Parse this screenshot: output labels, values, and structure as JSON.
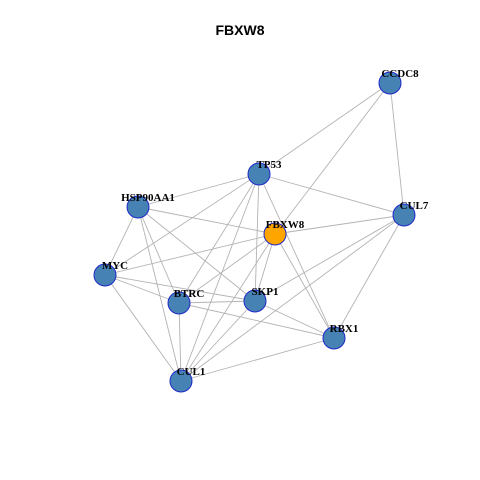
{
  "title": "FBXW8",
  "colors": {
    "node_fill": "#4682b4",
    "node_stroke": "#1e28c8",
    "hub_fill": "#ffa500",
    "hub_stroke": "#1e28c8",
    "edge": "#b3b3b3"
  },
  "nodes": [
    {
      "id": "CCDC8",
      "label": "CCDC8",
      "hub": false
    },
    {
      "id": "TP53",
      "label": "TP53",
      "hub": false
    },
    {
      "id": "HSP90AA1",
      "label": "HSP90AA1",
      "hub": false
    },
    {
      "id": "CUL7",
      "label": "CUL7",
      "hub": false
    },
    {
      "id": "FBXW8",
      "label": "FBXW8",
      "hub": true
    },
    {
      "id": "MYC",
      "label": "MYC",
      "hub": false
    },
    {
      "id": "BTRC",
      "label": "BTRC",
      "hub": false
    },
    {
      "id": "SKP1",
      "label": "SKP1",
      "hub": false
    },
    {
      "id": "RBX1",
      "label": "RBX1",
      "hub": false
    },
    {
      "id": "CUL1",
      "label": "CUL1",
      "hub": false
    }
  ],
  "edges": [
    [
      "CCDC8",
      "TP53"
    ],
    [
      "CCDC8",
      "CUL7"
    ],
    [
      "CCDC8",
      "FBXW8"
    ],
    [
      "TP53",
      "HSP90AA1"
    ],
    [
      "TP53",
      "CUL7"
    ],
    [
      "TP53",
      "MYC"
    ],
    [
      "TP53",
      "BTRC"
    ],
    [
      "TP53",
      "SKP1"
    ],
    [
      "TP53",
      "RBX1"
    ],
    [
      "TP53",
      "CUL1"
    ],
    [
      "HSP90AA1",
      "FBXW8"
    ],
    [
      "HSP90AA1",
      "MYC"
    ],
    [
      "HSP90AA1",
      "BTRC"
    ],
    [
      "HSP90AA1",
      "SKP1"
    ],
    [
      "HSP90AA1",
      "CUL1"
    ],
    [
      "FBXW8",
      "CUL7"
    ],
    [
      "FBXW8",
      "MYC"
    ],
    [
      "FBXW8",
      "BTRC"
    ],
    [
      "FBXW8",
      "SKP1"
    ],
    [
      "FBXW8",
      "RBX1"
    ],
    [
      "FBXW8",
      "CUL1"
    ],
    [
      "CUL7",
      "SKP1"
    ],
    [
      "CUL7",
      "RBX1"
    ],
    [
      "CUL7",
      "CUL1"
    ],
    [
      "MYC",
      "BTRC"
    ],
    [
      "MYC",
      "SKP1"
    ],
    [
      "MYC",
      "CUL1"
    ],
    [
      "BTRC",
      "SKP1"
    ],
    [
      "BTRC",
      "RBX1"
    ],
    [
      "BTRC",
      "CUL1"
    ],
    [
      "SKP1",
      "RBX1"
    ],
    [
      "SKP1",
      "CUL1"
    ],
    [
      "RBX1",
      "CUL1"
    ]
  ]
}
